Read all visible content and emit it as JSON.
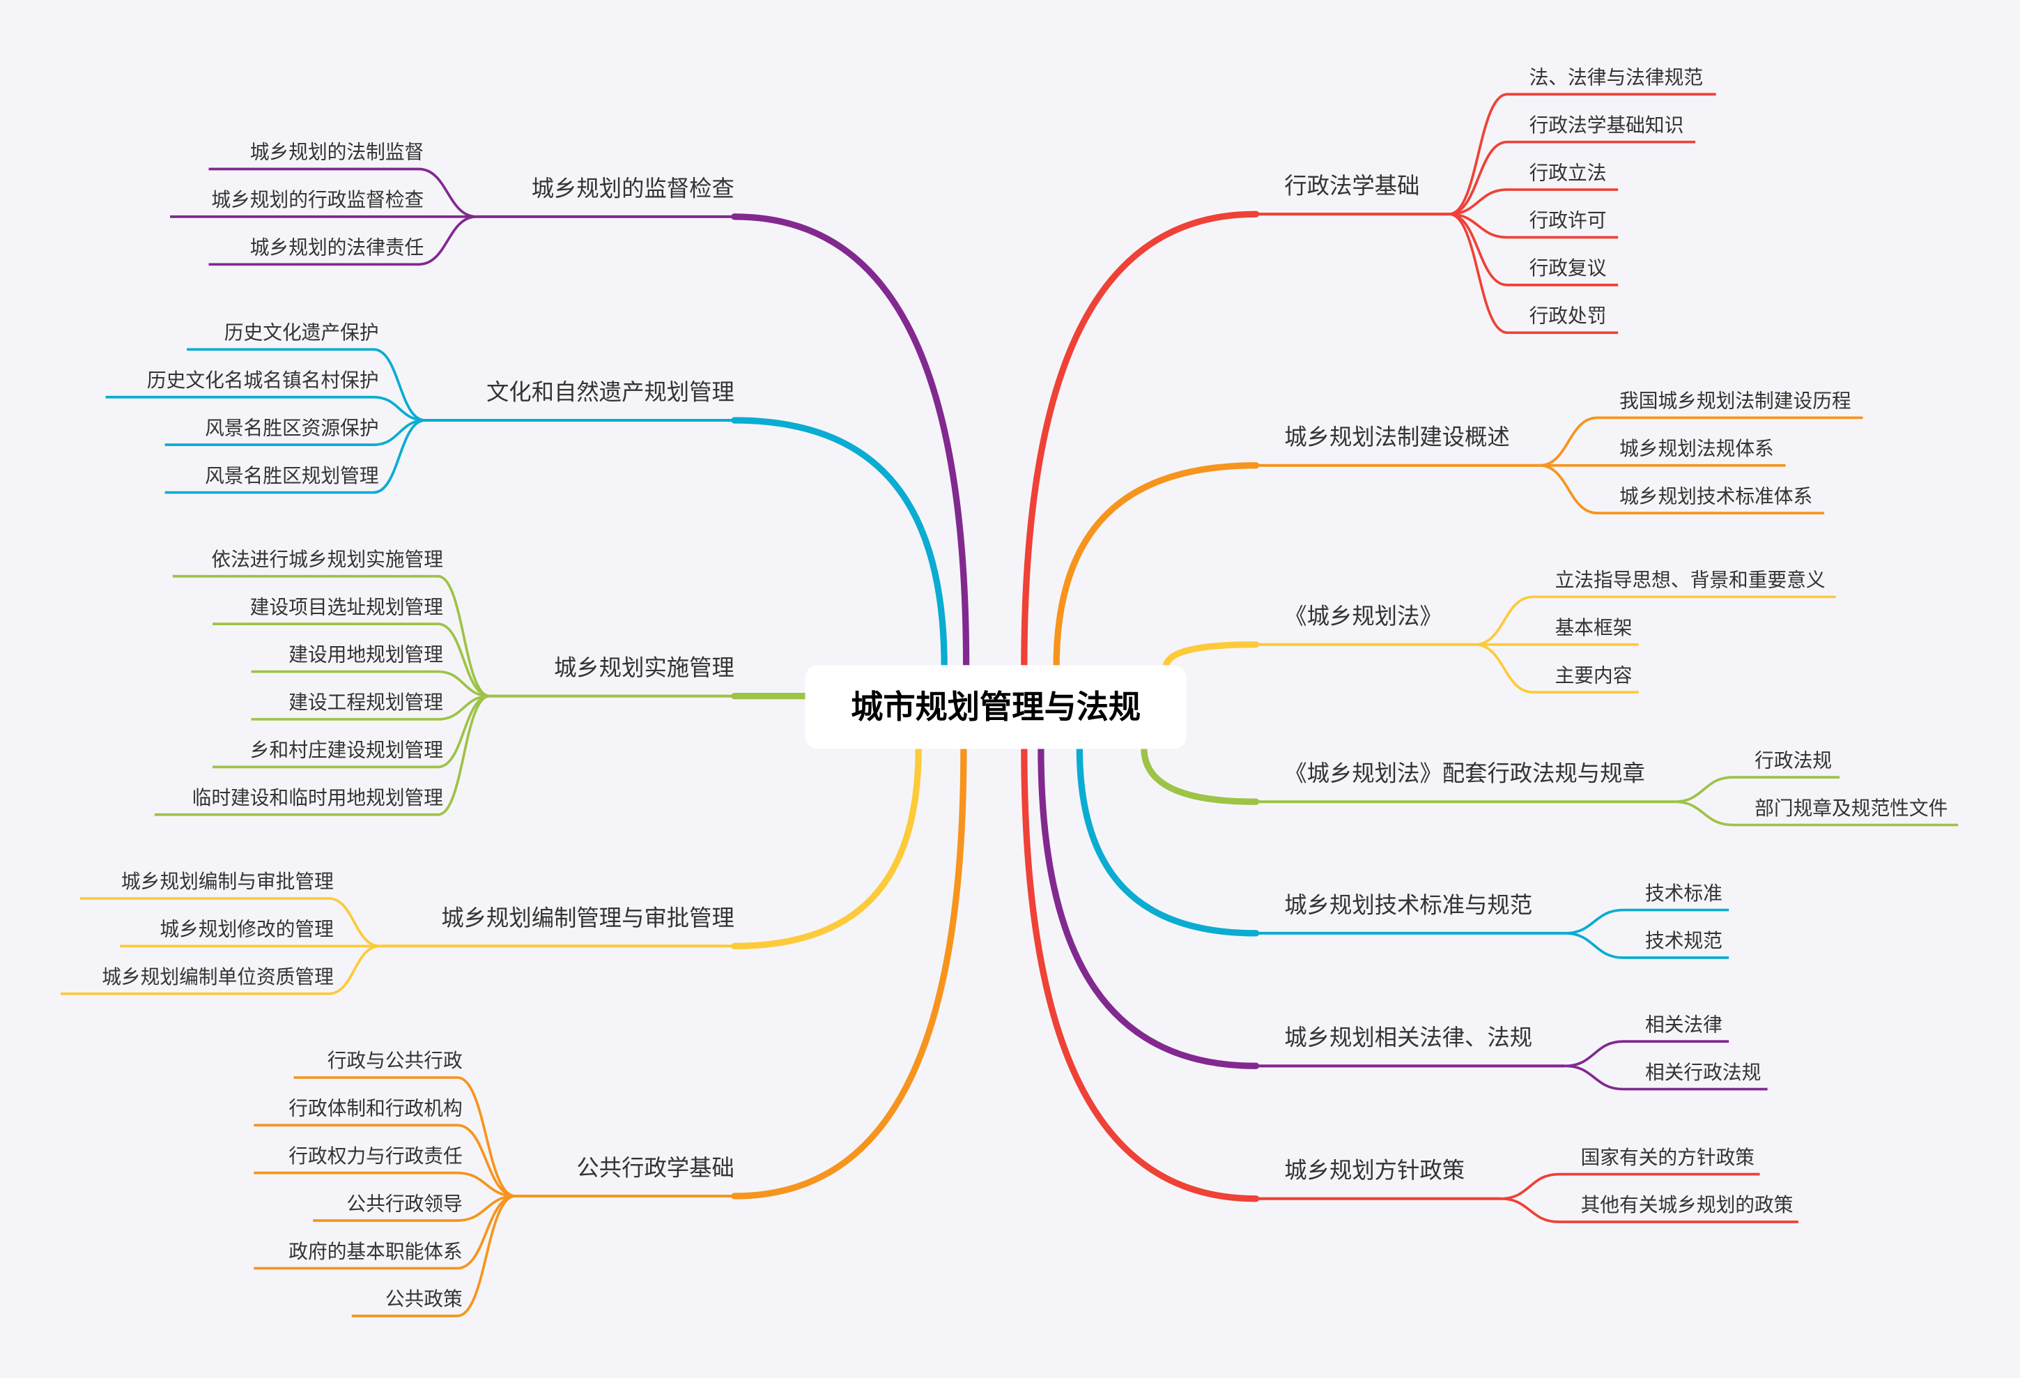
{
  "root": {
    "title": "城市规划管理与法规"
  },
  "colors": {
    "red": "#EF4136",
    "orange": "#F7941D",
    "yellow": "#FDCA3A",
    "green": "#9DC347",
    "cyan": "#0AACD1",
    "purple": "#82298F"
  },
  "right_branches": [
    {
      "label": "行政法学基础",
      "color": "red",
      "children": [
        "法、法律与法律规范",
        "行政法学基础知识",
        "行政立法",
        "行政许可",
        "行政复议",
        "行政处罚"
      ]
    },
    {
      "label": "城乡规划法制建设概述",
      "color": "orange",
      "children": [
        "我国城乡规划法制建设历程",
        "城乡规划法规体系",
        "城乡规划技术标准体系"
      ]
    },
    {
      "label": "《城乡规划法》",
      "color": "yellow",
      "children": [
        "立法指导思想、背景和重要意义",
        "基本框架",
        "主要内容"
      ]
    },
    {
      "label": "《城乡规划法》配套行政法规与规章",
      "color": "green",
      "children": [
        "行政法规",
        "部门规章及规范性文件"
      ]
    },
    {
      "label": "城乡规划技术标准与规范",
      "color": "cyan",
      "children": [
        "技术标准",
        "技术规范"
      ]
    },
    {
      "label": "城乡规划相关法律、法规",
      "color": "purple",
      "children": [
        "相关法律",
        "相关行政法规"
      ]
    },
    {
      "label": "城乡规划方针政策",
      "color": "red",
      "children": [
        "国家有关的方针政策",
        "其他有关城乡规划的政策"
      ]
    }
  ],
  "left_branches": [
    {
      "label": "城乡规划的监督检查",
      "color": "purple",
      "children": [
        "城乡规划的法制监督",
        "城乡规划的行政监督检查",
        "城乡规划的法律责任"
      ]
    },
    {
      "label": "文化和自然遗产规划管理",
      "color": "cyan",
      "children": [
        "历史文化遗产保护",
        "历史文化名城名镇名村保护",
        "风景名胜区资源保护",
        "风景名胜区规划管理"
      ]
    },
    {
      "label": "城乡规划实施管理",
      "color": "green",
      "children": [
        "依法进行城乡规划实施管理",
        "建设项目选址规划管理",
        "建设用地规划管理",
        "建设工程规划管理",
        "乡和村庄建设规划管理",
        "临时建设和临时用地规划管理"
      ]
    },
    {
      "label": "城乡规划编制管理与审批管理",
      "color": "yellow",
      "children": [
        "城乡规划编制与审批管理",
        "城乡规划修改的管理",
        "城乡规划编制单位资质管理"
      ]
    },
    {
      "label": "公共行政学基础",
      "color": "orange",
      "children": [
        "行政与公共行政",
        "行政体制和行政机构",
        "行政权力与行政责任",
        "公共行政领导",
        "政府的基本职能体系",
        "公共政策"
      ]
    }
  ]
}
